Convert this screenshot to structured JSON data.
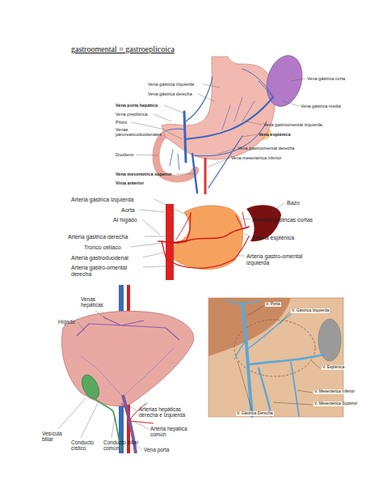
{
  "diagram": {
    "title": "gastroomental = gastroeplicoica",
    "labels": [
      "Vena gástrica izquierda",
      "Vena gástrica derecha",
      "Vena porta hepática",
      "Vena prepilórica",
      "Píloro",
      "Venas pancreaticoduodenales",
      "Duodeno",
      "Vena mesentérica superior",
      "Vista anterior",
      "Vena gástrica corta",
      "Vena gástrica media",
      "Vena gastroomental izquierda",
      "Vena esplénica",
      "Vena gastroomental derecha",
      "Vena mesentérica inferior",
      "Arteria gástrica izquierda",
      "Aorta",
      "Al hígado",
      "Arteria gástrica derecha",
      "Tronco celíaco",
      "Arteria gastroduodenal",
      "Arteria gastro-omental derecha",
      "Bazo",
      "Arterias gástricas cortas",
      "Arteria esplénica",
      "Arteria gastro-omental izquierda",
      "Venas hepáticas",
      "Hígado",
      "Vesícula biliar",
      "Conducto cístico",
      "Conducto biliar común",
      "Arterias hepáticas derecha e izquierda",
      "Arteria hepática común",
      "Vena porta",
      "V. Porta",
      "V. Gástrica Izquierda",
      "V. Esplénica",
      "V. Mesentérica Inferior",
      "V. Mesentérica Superior",
      "V. Gástrica Derecha"
    ]
  }
}
